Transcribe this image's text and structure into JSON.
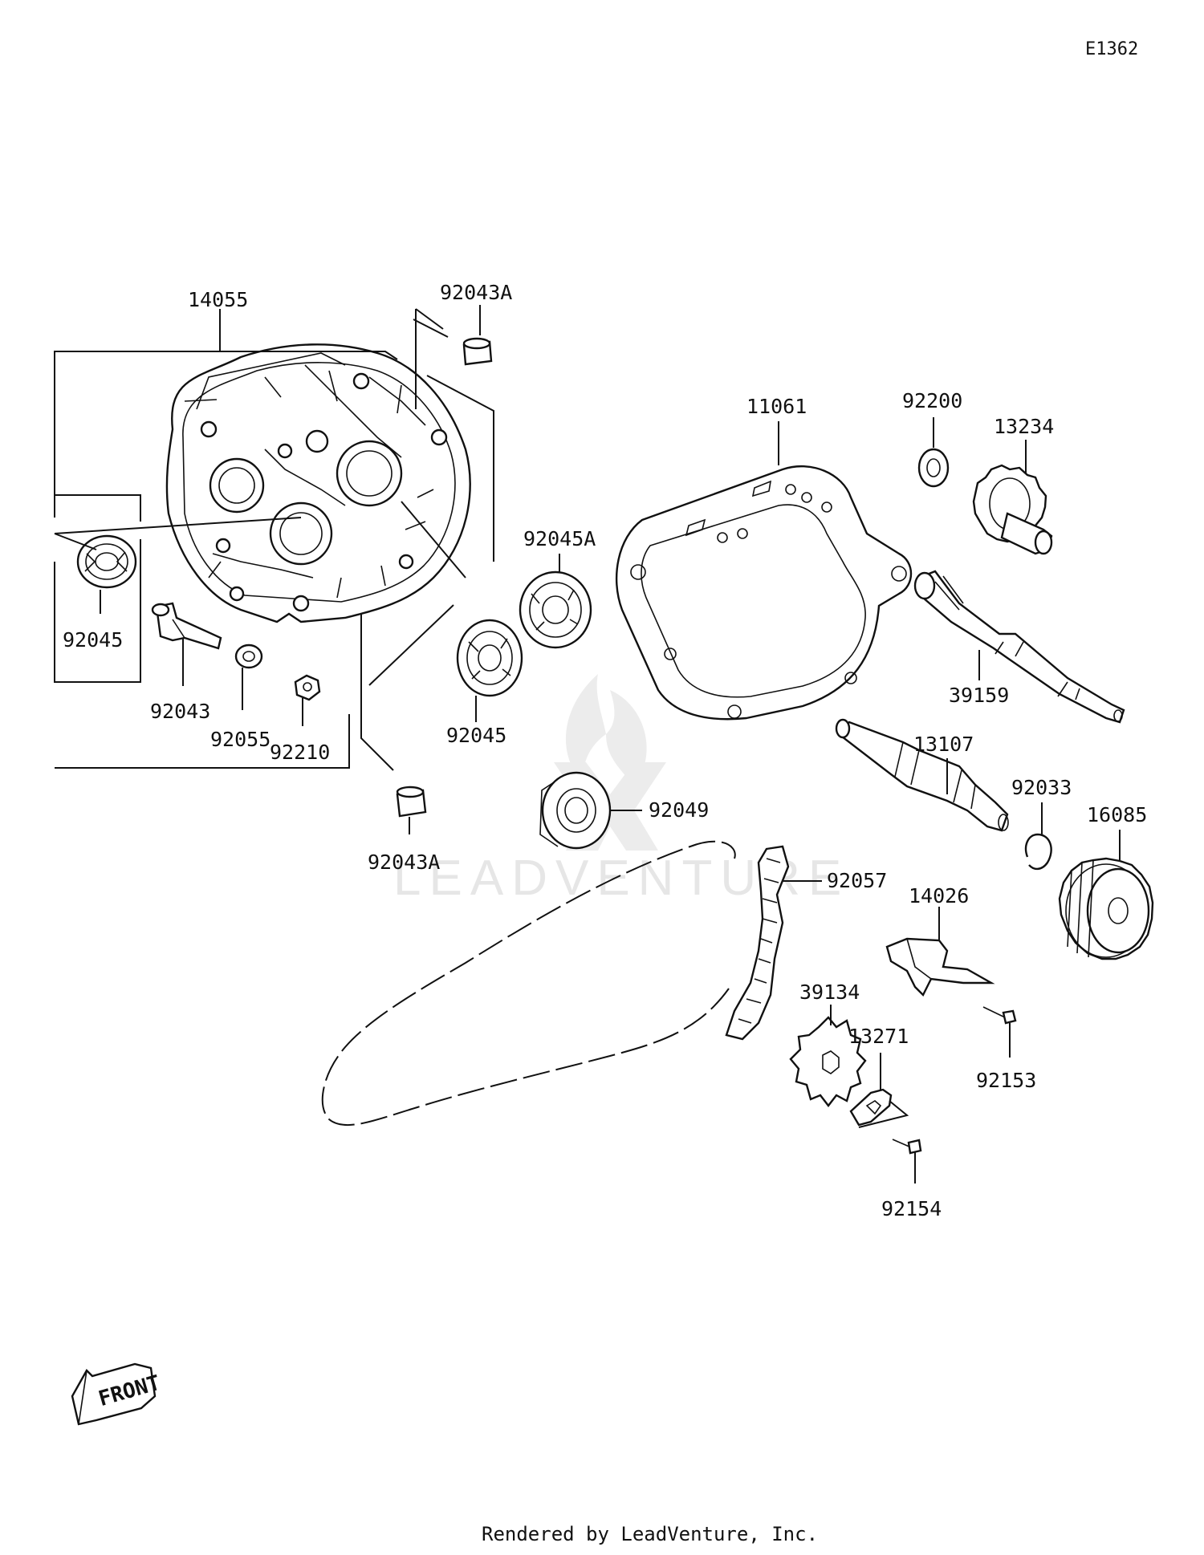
{
  "diagram_code": "E1362",
  "watermark": "LEADVENTURE",
  "front_marker": "FRONT",
  "footer": "Rendered by LeadVenture, Inc.",
  "parts": {
    "p14055": "14055",
    "p92043A_top": "92043A",
    "p92045_left": "92045",
    "p92043": "92043",
    "p92055": "92055",
    "p92210": "92210",
    "p92043A_bottom": "92043A",
    "p92045A": "92045A",
    "p92045_mid": "92045",
    "p92049": "92049",
    "p11061": "11061",
    "p92200": "92200",
    "p13234": "13234",
    "p39159": "39159",
    "p13107": "13107",
    "p92033": "92033",
    "p16085": "16085",
    "p92057": "92057",
    "p14026": "14026",
    "p39134": "39134",
    "p13271": "13271",
    "p92153": "92153",
    "p92154": "92154"
  }
}
